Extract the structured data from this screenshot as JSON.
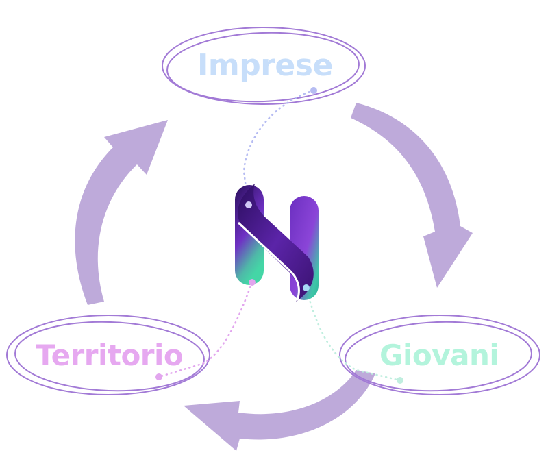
{
  "nodes": {
    "imprese": {
      "label": "Imprese",
      "color": "#c7defa",
      "dot": "#b6bcf2"
    },
    "territorio": {
      "label": "Territorio",
      "color": "#e6a8f0",
      "dot": "#e2a6ee"
    },
    "giovani": {
      "label": "Giovani",
      "color": "#b3f4dc",
      "dot": "#c0eedf"
    }
  },
  "colors": {
    "ellipse_stroke": "#a27ad6",
    "arrow_fill": "#b7a1d6",
    "logo_dark": "#3a1673",
    "logo_purple": "#7a3cc8",
    "logo_teal": "#3fd0b0"
  },
  "center_logo": {
    "icon": "stylized-N-logo-icon"
  }
}
